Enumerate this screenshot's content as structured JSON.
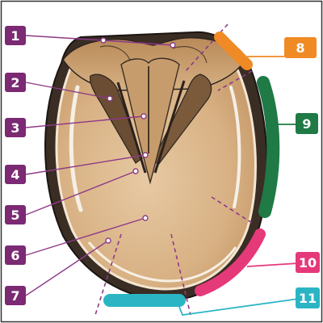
{
  "diagram": {
    "colors": {
      "left_badge": "#7b2a73",
      "leader_line": "#8e3a87",
      "badge_8": "#f08a24",
      "badge_9": "#1f7a45",
      "badge_10": "#e5397a",
      "badge_11": "#2bb5c4",
      "hoof_wall": "#2a2420",
      "sole": "#d9b48a",
      "frog": "#b98b5c",
      "bulbs": "#c99a68"
    },
    "left_labels": [
      "1",
      "2",
      "3",
      "4",
      "5",
      "6",
      "7"
    ],
    "right_labels": [
      "8",
      "9",
      "10",
      "11"
    ]
  }
}
